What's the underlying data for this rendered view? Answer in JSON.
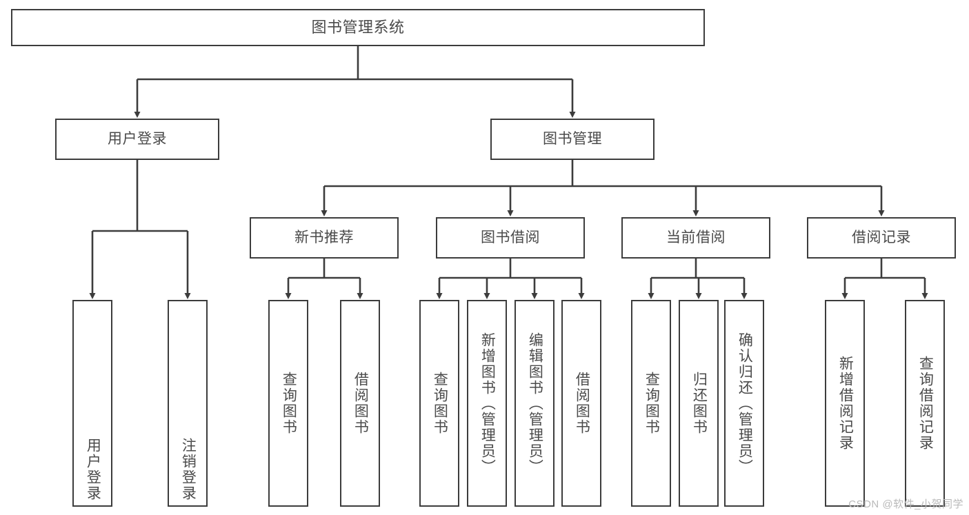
{
  "diagram": {
    "title": "图书管理系统",
    "type": "tree",
    "orientation": "top-down",
    "colors": {
      "background": "#ffffff",
      "box_border": "#3c3c3c",
      "box_fill": "#ffffff",
      "text": "#4a4a4a",
      "connector": "#3c3c3c",
      "watermark": "#b9b9b9"
    }
  },
  "root": {
    "label": "图书管理系统"
  },
  "level2": [
    {
      "label": "用户登录"
    },
    {
      "label": "图书管理"
    }
  ],
  "level3": [
    {
      "label": "新书推荐"
    },
    {
      "label": "图书借阅"
    },
    {
      "label": "当前借阅"
    },
    {
      "label": "借阅记录"
    }
  ],
  "leaves": {
    "user_login": [
      {
        "label": "用户登录"
      },
      {
        "label": "注销登录"
      }
    ],
    "new_book_recommend": [
      {
        "label": "查询图书"
      },
      {
        "label": "借阅图书"
      }
    ],
    "book_borrow": [
      {
        "label": "查询图书"
      },
      {
        "label": "新增图书（管理员）"
      },
      {
        "label": "编辑图书（管理员）"
      },
      {
        "label": "借阅图书"
      }
    ],
    "current_borrow": [
      {
        "label": "查询图书"
      },
      {
        "label": "归还图书"
      },
      {
        "label": "确认归还（管理员）"
      }
    ],
    "borrow_record": [
      {
        "label": "新增借阅记录"
      },
      {
        "label": "查询借阅记录"
      }
    ]
  },
  "watermark": {
    "text": "CSDN @软件_小贺同学"
  }
}
